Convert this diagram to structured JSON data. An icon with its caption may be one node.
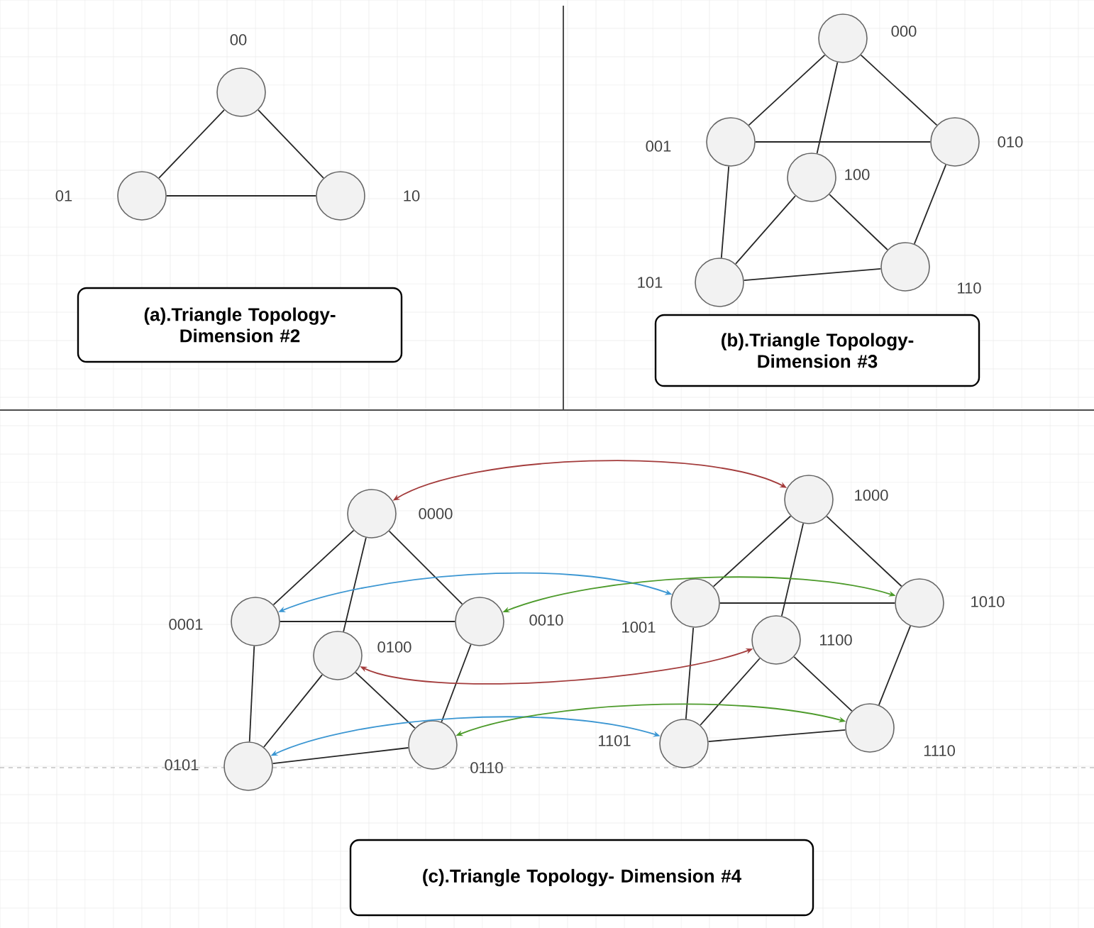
{
  "diagram": {
    "nodes": [
      {
        "text": [],
        "shape": "circle",
        "beside": [
          "00"
        ]
      },
      {
        "text": [],
        "shape": "circle",
        "beside": [
          "01"
        ]
      },
      {
        "text": [],
        "shape": "circle",
        "beside": [
          "10"
        ]
      },
      {
        "text": [
          "(a).Triangle Topology- Dimension #2"
        ]
      },
      {
        "text": [],
        "shape": "circle",
        "beside": [
          "000"
        ]
      },
      {
        "text": [],
        "shape": "circle",
        "beside": [
          "001"
        ]
      },
      {
        "text": [],
        "shape": "circle",
        "beside": [
          "010"
        ]
      },
      {
        "text": [],
        "shape": "circle",
        "beside": [
          "100"
        ]
      },
      {
        "text": [],
        "shape": "circle",
        "beside": [
          "101"
        ]
      },
      {
        "text": [],
        "shape": "circle",
        "beside": [
          "110"
        ]
      },
      {
        "text": [
          "(b).Triangle Topology- Dimension #3"
        ]
      },
      {
        "text": [],
        "shape": "circle",
        "beside": [
          "0000"
        ]
      },
      {
        "text": [],
        "shape": "circle",
        "beside": [
          "0001"
        ]
      },
      {
        "text": [],
        "shape": "circle",
        "beside": [
          "0010"
        ]
      },
      {
        "text": [],
        "shape": "circle",
        "beside": [
          "0100"
        ]
      },
      {
        "text": [],
        "shape": "circle",
        "beside": [
          "0101"
        ]
      },
      {
        "text": [],
        "shape": "circle",
        "beside": [
          "0110"
        ]
      },
      {
        "text": [],
        "shape": "circle",
        "beside": [
          "1000"
        ]
      },
      {
        "text": [],
        "shape": "circle",
        "beside": [
          "1001"
        ]
      },
      {
        "text": [],
        "shape": "circle",
        "beside": [
          "1010"
        ]
      },
      {
        "text": [],
        "shape": "circle",
        "beside": [
          "1100"
        ]
      },
      {
        "text": [],
        "shape": "circle",
        "beside": [
          "1101"
        ]
      },
      {
        "text": [],
        "shape": "circle",
        "beside": [
          "1110"
        ]
      },
      {
        "text": [
          "(c).Triangle Topology- Dimension #4"
        ]
      }
    ],
    "edges": [
      {
        "from": 0,
        "to": 1,
        "arrow": "none"
      },
      {
        "from": 0,
        "to": 2,
        "arrow": "none"
      },
      {
        "from": 1,
        "to": 2,
        "arrow": "none"
      },
      {
        "from": 4,
        "to": 5,
        "arrow": "none"
      },
      {
        "from": 4,
        "to": 6,
        "arrow": "none"
      },
      {
        "from": 4,
        "to": 7,
        "arrow": "none"
      },
      {
        "from": 5,
        "to": 6,
        "arrow": "none"
      },
      {
        "from": 5,
        "to": 8,
        "arrow": "none"
      },
      {
        "from": 6,
        "to": 9,
        "arrow": "none"
      },
      {
        "from": 7,
        "to": 8,
        "arrow": "none"
      },
      {
        "from": 7,
        "to": 9,
        "arrow": "none"
      },
      {
        "from": 8,
        "to": 9,
        "arrow": "none"
      },
      {
        "from": 11,
        "to": 12,
        "arrow": "none"
      },
      {
        "from": 11,
        "to": 13,
        "arrow": "none"
      },
      {
        "from": 11,
        "to": 14,
        "arrow": "none"
      },
      {
        "from": 12,
        "to": 13,
        "arrow": "none"
      },
      {
        "from": 12,
        "to": 15,
        "arrow": "none"
      },
      {
        "from": 13,
        "to": 16,
        "arrow": "none"
      },
      {
        "from": 14,
        "to": 15,
        "arrow": "none"
      },
      {
        "from": 14,
        "to": 16,
        "arrow": "none"
      },
      {
        "from": 15,
        "to": 16,
        "arrow": "none"
      },
      {
        "from": 17,
        "to": 18,
        "arrow": "none"
      },
      {
        "from": 17,
        "to": 19,
        "arrow": "none"
      },
      {
        "from": 17,
        "to": 20,
        "arrow": "none"
      },
      {
        "from": 18,
        "to": 19,
        "arrow": "none"
      },
      {
        "from": 18,
        "to": 21,
        "arrow": "none"
      },
      {
        "from": 19,
        "to": 22,
        "arrow": "none"
      },
      {
        "from": 20,
        "to": 21,
        "arrow": "none"
      },
      {
        "from": 20,
        "to": 22,
        "arrow": "none"
      },
      {
        "from": 21,
        "to": 22,
        "arrow": "none"
      },
      {
        "from": 11,
        "to": 17,
        "arrow": "both",
        "color": "#a33b3b"
      },
      {
        "from": 12,
        "to": 18,
        "arrow": "both",
        "color": "#3b96d2"
      },
      {
        "from": 13,
        "to": 19,
        "arrow": "both",
        "color": "#4c9a2a"
      },
      {
        "from": 14,
        "to": 20,
        "arrow": "both",
        "color": "#a33b3b"
      },
      {
        "from": 15,
        "to": 21,
        "arrow": "both",
        "color": "#3b96d2"
      },
      {
        "from": 16,
        "to": 22,
        "arrow": "both",
        "color": "#4c9a2a"
      }
    ]
  }
}
